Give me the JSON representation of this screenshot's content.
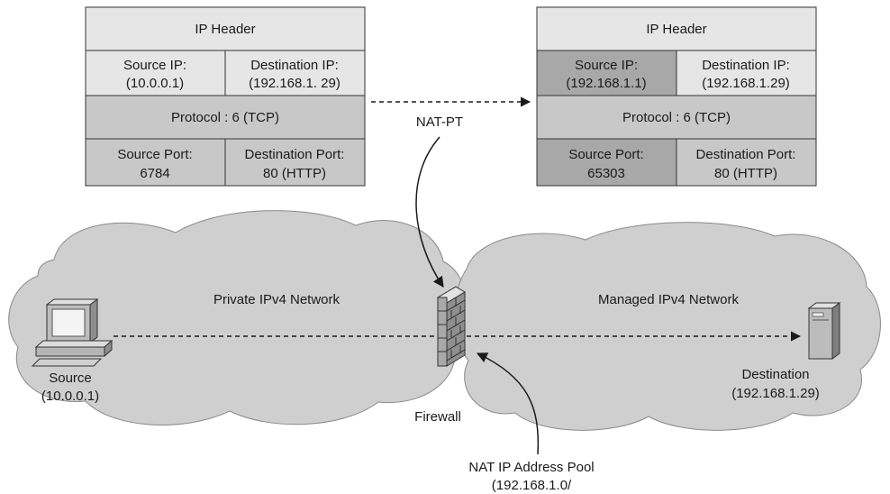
{
  "left_header": {
    "title": "IP Header",
    "source_ip_label": "Source IP:",
    "source_ip_value": "(10.0.0.1)",
    "dest_ip_label": "Destination IP:",
    "dest_ip_value": "(192.168.1. 29)",
    "protocol": "Protocol : 6 (TCP)",
    "source_port_label": "Source Port:",
    "source_port_value": "6784",
    "dest_port_label": "Destination Port:",
    "dest_port_value": "80 (HTTP)"
  },
  "right_header": {
    "title": "IP Header",
    "source_ip_label": "Source IP:",
    "source_ip_value": "(192.168.1.1)",
    "dest_ip_label": "Destination IP:",
    "dest_ip_value": "(192.168.1.29)",
    "protocol": "Protocol : 6 (TCP)",
    "source_port_label": "Source Port:",
    "source_port_value": "65303",
    "dest_port_label": "Destination Port:",
    "dest_port_value": "80 (HTTP)"
  },
  "translation_label": "NAT-PT",
  "private_network": {
    "label": "Private IPv4 Network",
    "host_label": "Source",
    "host_ip": "(10.0.0.1)"
  },
  "managed_network": {
    "label": "Managed IPv4 Network",
    "host_label": "Destination",
    "host_ip": "(192.168.1.29)"
  },
  "firewall_label": "Firewall",
  "pool": {
    "label": "NAT IP Address Pool",
    "range": "(192.168.1.0/"
  },
  "colors": {
    "cell_light": "#e6e6e6",
    "cell_mid": "#c8c8c8",
    "cell_dark": "#a8a8a8",
    "cloud_fill": "#cfcfcf",
    "border": "#333333"
  }
}
